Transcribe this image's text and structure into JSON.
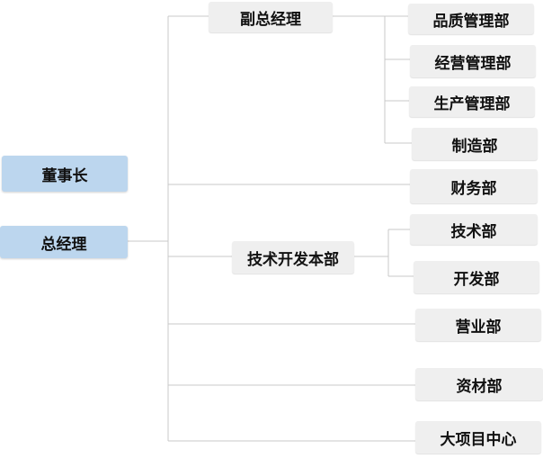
{
  "chairman": "董事长",
  "general_manager": "总经理",
  "deputy_general_manager": "副总经理",
  "tech_dev_division": "技术开发本部",
  "departments": {
    "quality": "品质管理部",
    "operations": "经营管理部",
    "production": "生产管理部",
    "manufacturing": "制造部",
    "finance": "财务部",
    "technology": "技术部",
    "development": "开发部",
    "sales": "营业部",
    "materials": "资材部",
    "major_projects": "大项目中心"
  },
  "colors": {
    "top_box": "#bcd6ee",
    "node_box": "#efefef",
    "connector": "#c9c9c9"
  }
}
